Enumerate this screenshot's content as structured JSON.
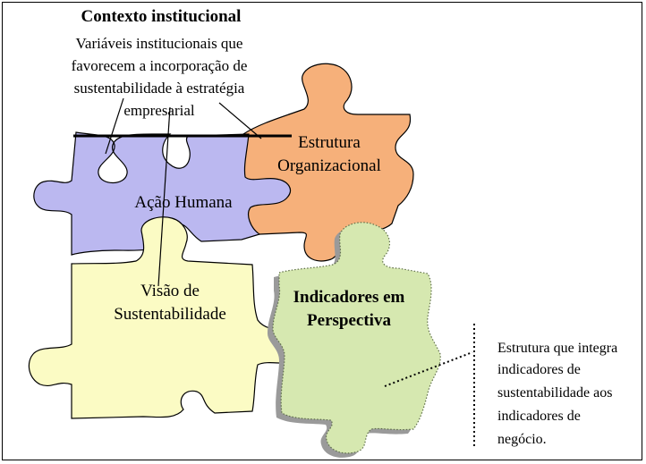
{
  "context": {
    "title": "Contexto institucional",
    "lines": [
      "Variáveis institucionais que",
      "favorecem a incorporação de",
      "sustentabilidade à estratégia",
      "empresarial"
    ]
  },
  "pieces": {
    "estrutura": {
      "line1": "Estrutura",
      "line2": "Organizacional",
      "color": "#f6b07a"
    },
    "acao": {
      "label": "Ação Humana",
      "color": "#bbb8f0"
    },
    "visao": {
      "line1": "Visão de",
      "line2": "Sustentabilidade",
      "color": "#fbfbc4"
    },
    "indicadores": {
      "line1": "Indicadores em",
      "line2": "Perspectiva",
      "color": "#d6e8b0"
    }
  },
  "note": {
    "lines": [
      "Estrutura que integra",
      "indicadores de",
      "sustentabilidade aos",
      "indicadores de",
      "negócio."
    ]
  }
}
